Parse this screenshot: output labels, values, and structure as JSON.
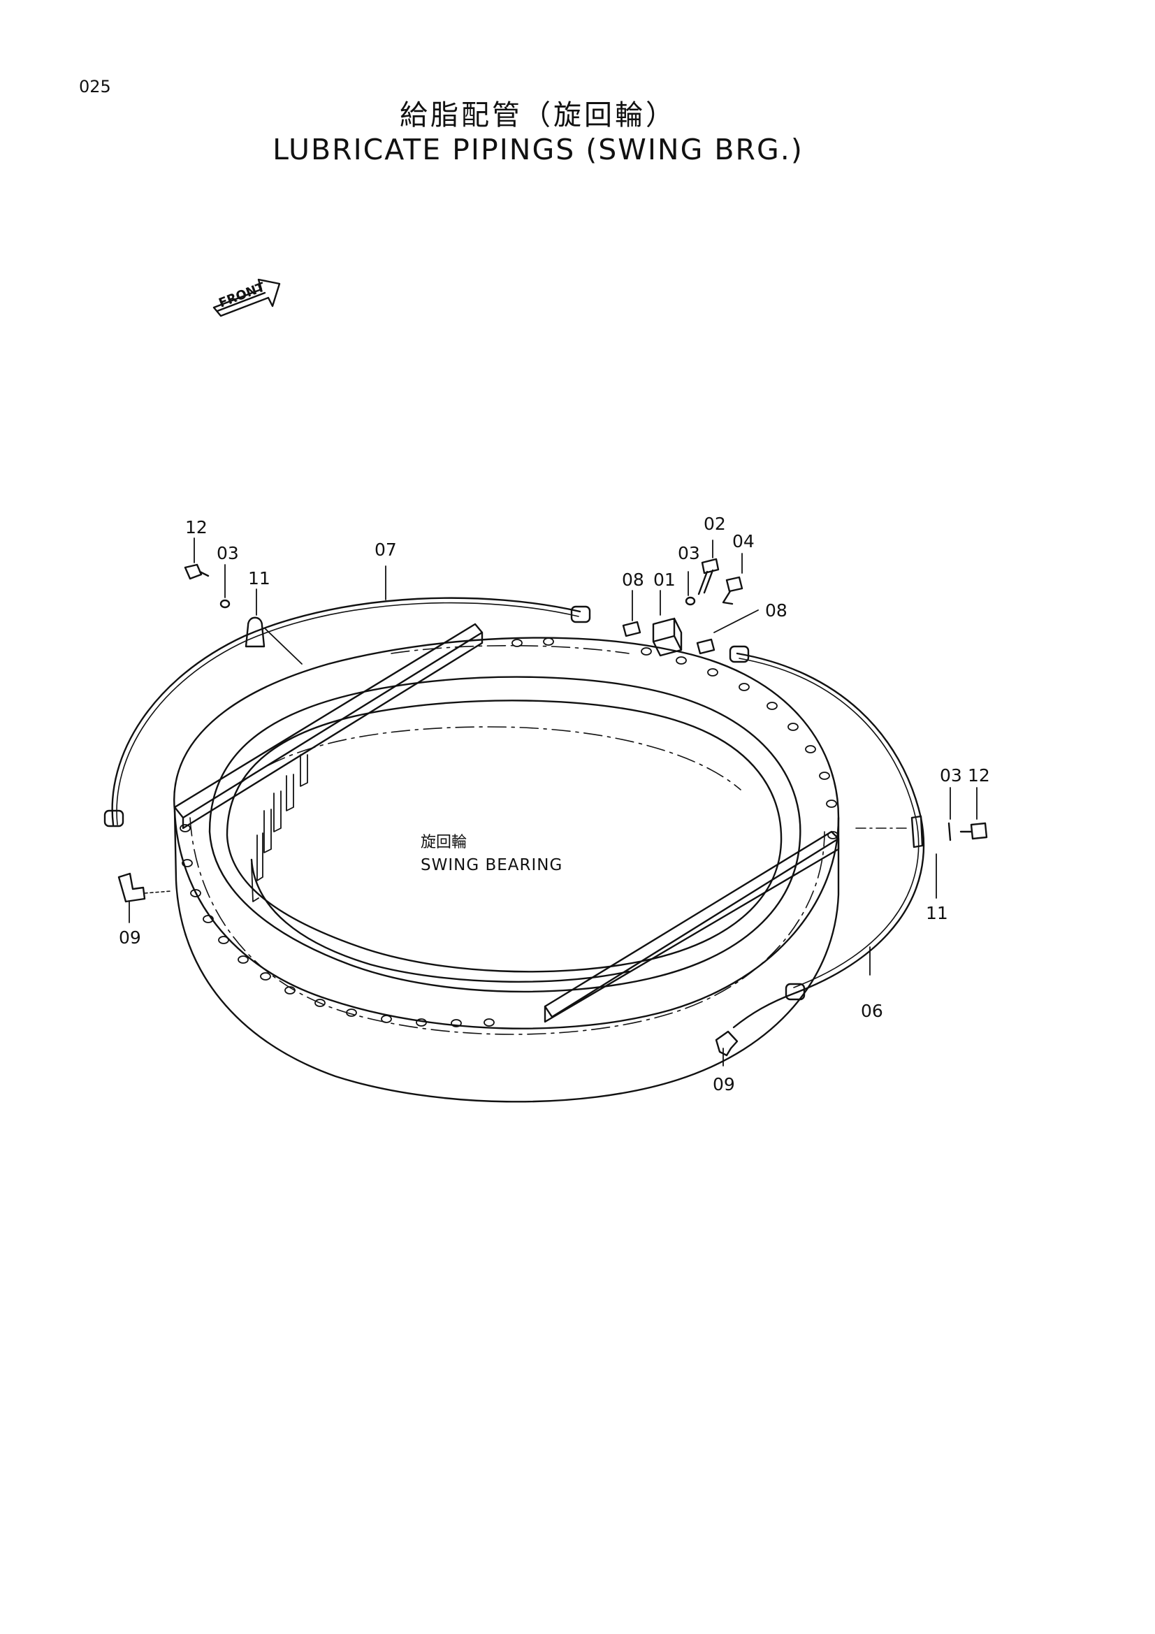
{
  "page_number": "025",
  "title_jp": "給脂配管（旋回輪）",
  "title_en": "LUBRICATE PIPINGS (SWING BRG.)",
  "front_label": "FRONT",
  "center_label_jp": "旋回輪",
  "center_label_en": "SWING BEARING",
  "callouts": [
    "12",
    "03",
    "11",
    "07",
    "02",
    "04",
    "03",
    "08",
    "01",
    "08",
    "03",
    "12",
    "09",
    "11",
    "06",
    "09"
  ]
}
